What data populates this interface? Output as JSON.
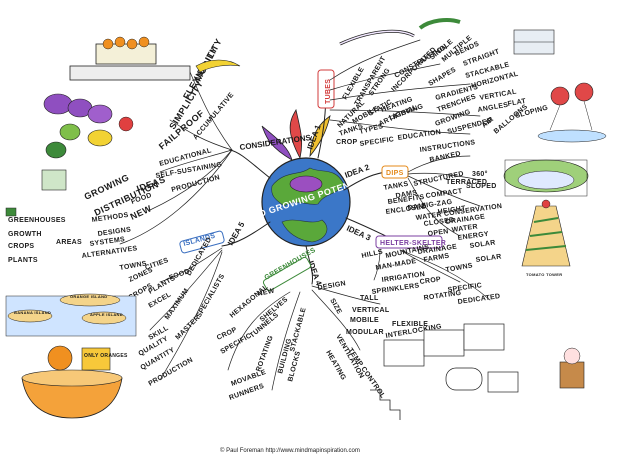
{
  "center": {
    "title": "FOOD GROWING POTENTIAL"
  },
  "branches": {
    "considerations": {
      "label": "CONSIDERATIONS",
      "items": [
        "MOBILITY",
        "FLEXIBILITY",
        "SIMPLICITY",
        "ACCUMULATIVE",
        "FAILPROOF",
        "EDUCATIONAL",
        "SELF-SUSTAINING",
        "IDEAS",
        "PRODUCTION",
        "GROWING",
        "FOOD",
        "DISTRIBUTION",
        "NEW",
        "METHODS",
        "DESIGNS",
        "SYSTEMS",
        "ALTERNATIVES",
        "GREENHOUSES",
        "GROWTH",
        "AREAS",
        "CROPS",
        "PLANTS"
      ]
    },
    "idea1": {
      "label": "IDEA 1",
      "tag": "TUBES",
      "items": [
        "FLEXIBLE",
        "TRANSPARENT",
        "STRONG",
        "INCORPORATED",
        "CONSTRUCTION",
        "SINGLE",
        "MULTIPLE",
        "SHAPES",
        "BENDS",
        "STRAIGHT",
        "STACKABLE",
        "HORIZONTAL",
        "VERTICAL",
        "GRADIENTS",
        "ANGLES",
        "FLAT",
        "SLOPING",
        "NATURAL",
        "ARTIFICIAL",
        "HEATING",
        "LIGHTING",
        "STATIC",
        "MOBILE",
        "TANKS",
        "CROP",
        "TYPES",
        "SPECIFIC",
        "EDUCATION",
        "INSTRUCTIONS",
        "GROWING",
        "TRENCHES",
        "SUSPENDED",
        "AIR",
        "BALLOONS"
      ]
    },
    "idea2": {
      "label": "IDEA 2",
      "tag": "DIPS",
      "items": [
        "BANKED",
        "STRUCTURED",
        "360°",
        "SLOPED",
        "TERRACED",
        "TANKS",
        "DAMS",
        "COMPACT",
        "ZIG-ZAG",
        "HEIGHT",
        "DRAINAGE",
        "WATER",
        "ENERGY",
        "SOLAR",
        "CLOSED",
        "OPEN",
        "DAM",
        "ENCLOSED",
        "BENEFITS",
        "WATER CONSERVATION"
      ]
    },
    "idea3": {
      "label": "IDEA 3",
      "tag": "HELTER-SKELTER",
      "items": [
        "HILLS",
        "MOUNTAINS",
        "MAN-MADE",
        "FARMS",
        "TOWNS",
        "CROP",
        "SPECIFIC",
        "DEDICATED",
        "ROTATING",
        "DRAINAGE",
        "IRRIGATION",
        "SPRINKLERS",
        "SOLAR"
      ]
    },
    "idea4": {
      "label": "IDEA 4",
      "tag": "GREENHOUSES",
      "items": [
        "NEW",
        "DESIGN",
        "TALL",
        "VERTICAL",
        "MOBILE",
        "MODULAR",
        "FLEXIBLE",
        "INTERLOCKING",
        "HEXAGONAL",
        "TUNNELS",
        "SHELVES",
        "MOVABLE",
        "RUNNERS",
        "CROP",
        "SPECIFIC",
        "ROTATING",
        "STACKABLE",
        "BUILDING",
        "BLOCKS",
        "HEATING",
        "VENTILATION",
        "TEMP CONTROL",
        "SIZE"
      ]
    },
    "idea5": {
      "label": "IDEA 5",
      "tag": "ISLANDS",
      "items": [
        "FOOD",
        "DEDICATED",
        "CITIES",
        "TOWNS",
        "ZONES",
        "PLANTS",
        "EXCEL",
        "CROPS",
        "MAXIMUM",
        "SPECIALISTS",
        "SKILL",
        "QUALITY",
        "QUANTITY",
        "PRODUCTION",
        "MASTER"
      ]
    }
  },
  "drawings": {
    "orange_island": "ORANGE ISLAND",
    "banana_island": "BANANA ISLAND",
    "apple_island": "APPLE ISLAND",
    "only_oranges": "ONLY ORANGES",
    "tomato_tower": "TOMATO TOWER"
  },
  "credit": "© Paul Foreman http://www.mindmapinspiration.com",
  "colors": {
    "considerations": "#d98a1f",
    "idea1": "#d23b3b",
    "idea2": "#e58a1a",
    "idea3": "#7b3fa0",
    "idea4": "#3d8a3a",
    "idea5": "#3a6fc0",
    "globe_land": "#5aa83a",
    "globe_sea": "#3b77c8"
  }
}
